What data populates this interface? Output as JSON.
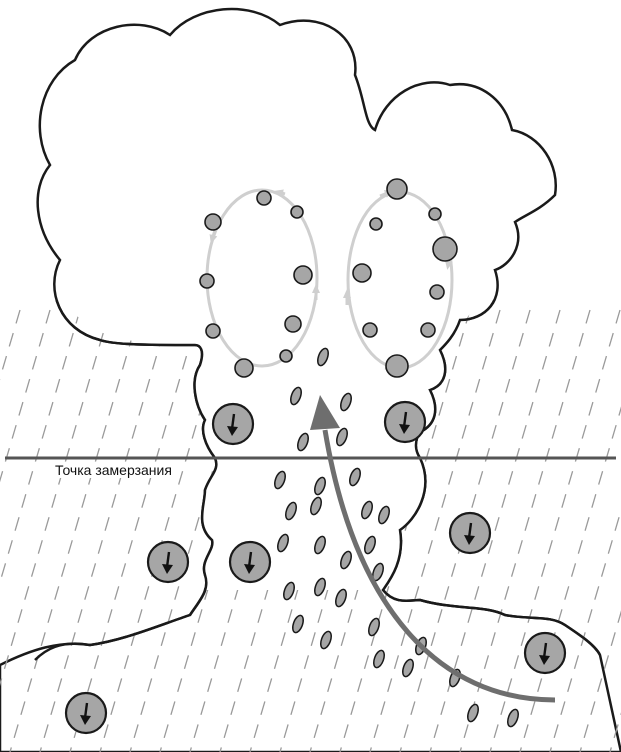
{
  "labels": {
    "freezing_level": "Точка замерзания"
  },
  "colors": {
    "outline": "#1a1a1a",
    "rain": "#9a9a9a",
    "particle_fill": "#a6a6a6",
    "circulation": "#cfcfcf",
    "updraft": "#6e6e6e",
    "freezing_line": "#555555"
  },
  "icons": {
    "hailstone": "down-arrow-in-circle",
    "updraft": "curved-arrow"
  }
}
